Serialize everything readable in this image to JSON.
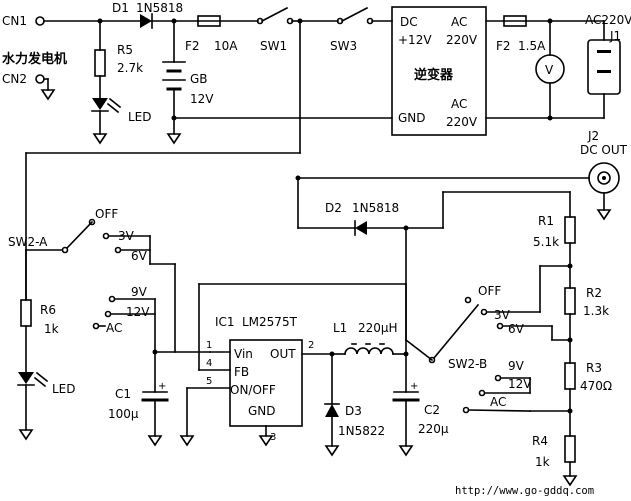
{
  "labels": {
    "cn1": "CN1",
    "cn2": "CN2",
    "generator": "水力发电机",
    "d1": "D1",
    "d1_part": "1N5818",
    "r5": "R5",
    "r5_val": "2.7k",
    "led_top": "LED",
    "f2a": "F2",
    "f2a_val": "10A",
    "gb": "GB",
    "gb_val": "12V",
    "sw1": "SW1",
    "sw3": "SW3",
    "inv_dc": "DC",
    "inv_12v": "+12V",
    "inv_ac1": "AC",
    "inv_220a": "220V",
    "inverter": "逆变器",
    "inv_ac2": "AC",
    "inv_220b": "220V",
    "inv_gnd": "GND",
    "f2b": "F2",
    "f2b_val": "1.5A",
    "meter": "V",
    "ac220": "AC220V",
    "j1": "J1",
    "j2": "J2",
    "dcout": "DC  OUT",
    "d2": "D2",
    "d2_part": "1N5818",
    "r1": "R1",
    "r1_val": "5.1k",
    "r2": "R2",
    "r2_val": "1.3k",
    "r3": "R3",
    "r3_val": "470Ω",
    "r4": "R4",
    "r4_val": "1k",
    "swa": "SW2-A",
    "swa_off": "OFF",
    "swa_3v": "3V",
    "swa_6v": "6V",
    "swa_9v": "9V",
    "swa_12v": "12V",
    "swa_ac": "AC",
    "r6": "R6",
    "r6_val": "1k",
    "led_bottom": "LED",
    "c1": "C1",
    "c1_val": "100μ",
    "ic1": "IC1",
    "ic1_part": "LM2575T",
    "pin1": "1",
    "pin2": "2",
    "pin3": "3",
    "pin4": "4",
    "pin5": "5",
    "vin": "Vin",
    "fb": "FB",
    "onoff": "ON/OFF",
    "out": "OUT",
    "gnd": "GND",
    "l1": "L1",
    "l1_val": "220μH",
    "d3": "D3",
    "d3_part": "1N5822",
    "c2": "C2",
    "c2_val": "220μ",
    "swb": "SW2-B",
    "swb_off": "OFF",
    "swb_3v": "3V",
    "swb_6v": "6V",
    "swb_9v": "9V",
    "swb_12v": "12V",
    "swb_ac": "AC",
    "url": "http://www.go-gddq.com"
  }
}
